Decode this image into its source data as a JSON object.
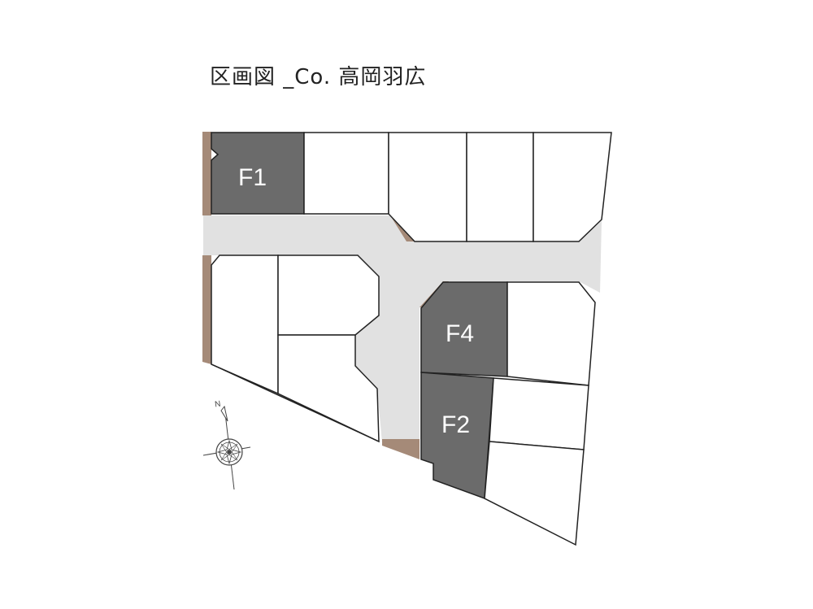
{
  "title": "区画図 _Co. 高岡羽広",
  "lots": [
    {
      "id": "F1",
      "label": "F1",
      "status": "highlighted"
    },
    {
      "id": "F4",
      "label": "F4",
      "status": "highlighted"
    },
    {
      "id": "F2",
      "label": "F2",
      "status": "highlighted"
    }
  ],
  "compass": {
    "label": "N"
  },
  "colors": {
    "highlighted_lot": "#6b6b6b",
    "available_lot": "#ffffff",
    "road": "#e1e1e1",
    "boundary_strip": "#a58a78",
    "outline": "#222222"
  }
}
